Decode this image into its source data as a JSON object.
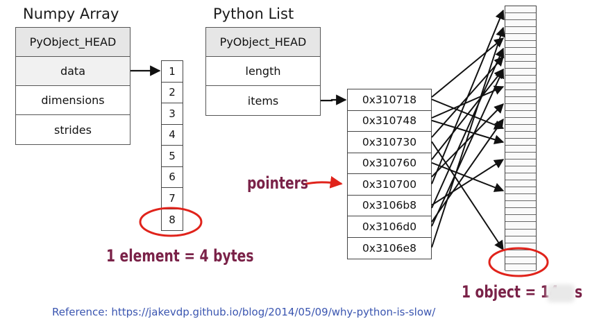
{
  "numpy": {
    "title": "Numpy Array",
    "fields": [
      "PyObject_HEAD",
      "data",
      "dimensions",
      "strides"
    ]
  },
  "pylist": {
    "title": "Python List",
    "fields": [
      "PyObject_HEAD",
      "length",
      "items"
    ]
  },
  "array_values": [
    "1",
    "2",
    "3",
    "4",
    "5",
    "6",
    "7",
    "8"
  ],
  "pointer_values": [
    "0x310718",
    "0x310748",
    "0x310730",
    "0x310760",
    "0x310700",
    "0x3106b8",
    "0x3106d0",
    "0x3106e8"
  ],
  "annotations": {
    "pointers": "pointers",
    "element_size": "1 element = 4 bytes",
    "object_size": "1 object = 14",
    "object_size_tail": "s"
  },
  "reference": "Reference: https://jakevdp.github.io/blog/2014/05/09/why-python-is-slow/",
  "colors": {
    "annotation": "#7a2248",
    "highlight_circle": "#e0231b",
    "reference_link": "#3a55b0",
    "header_fill": "#e6e6e6"
  }
}
